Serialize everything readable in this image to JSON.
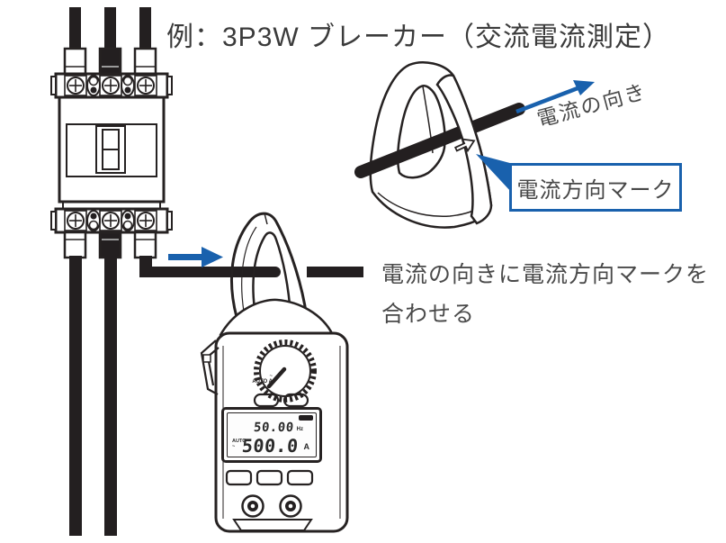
{
  "title": "例：3P3W ブレーカー（交流電流測定）",
  "colors": {
    "accent_blue": "#1961ad",
    "line_dark": "#262222",
    "wire_black": "#231f20",
    "text_gray": "#4a4a4a"
  },
  "annotations": {
    "current_direction_label": "電流の向き",
    "direction_mark_callout": "電流方向マーク",
    "instruction_line1": "電流の向きに電流方向マークを",
    "instruction_line2": "合わせる"
  },
  "meter": {
    "dial_mode_symbols": "~",
    "dial_label": "AUTO A",
    "lcd": {
      "mode": "AUTO",
      "ac_symbol": "~",
      "freq_value": "50.00",
      "freq_unit": "Hz",
      "main_value": "500.0",
      "main_unit": "A"
    }
  }
}
